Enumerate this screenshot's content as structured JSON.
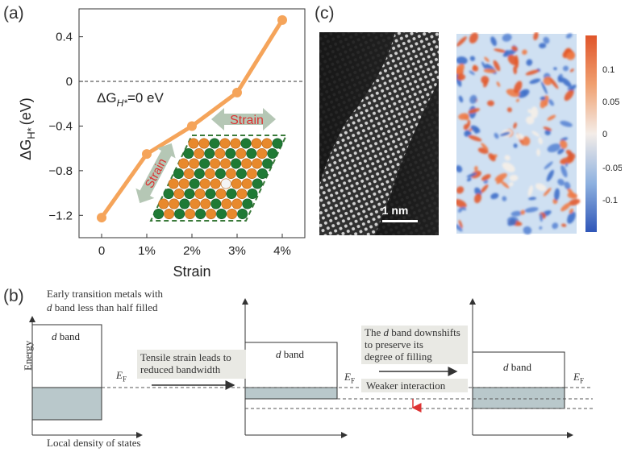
{
  "labels": {
    "a": "(a)",
    "b": "(b)",
    "c": "(c)"
  },
  "chart_data": {
    "type": "line",
    "x": [
      "0",
      "1%",
      "2%",
      "3%",
      "4%"
    ],
    "values": [
      -1.22,
      -0.65,
      -0.4,
      -0.1,
      0.55
    ],
    "xlabel": "Strain",
    "ylabel_main": "ΔG",
    "ylabel_sub": "H*",
    "ylabel_unit": "(eV)",
    "ylim": [
      -1.4,
      0.65
    ],
    "yticks": [
      "0.4",
      "0",
      "−0.4",
      "−0.8",
      "−1.2"
    ],
    "ytick_values": [
      0.4,
      0,
      -0.4,
      -0.8,
      -1.2
    ],
    "reference_line": 0,
    "annotation_main": "ΔG",
    "annotation_sub": "H*",
    "annotation_rest": "=0 eV",
    "series_color": "#f5a45a"
  },
  "inset": {
    "strain_label_1": "Strain",
    "strain_label_2": "Strain"
  },
  "micrograph": {
    "scale_bar": "1 nm"
  },
  "colorbar": {
    "ticks": [
      "0.1",
      "0.05",
      "0",
      "-0.05",
      "-0.1"
    ]
  },
  "schematic": {
    "title_line1": "Early transition metals with",
    "title_line2_italic": "d",
    "title_line2_rest": " band less than half filled",
    "energy_label": "Energy",
    "dos_label": "Local density of states",
    "band_label_italic": "d",
    "band_label_rest": " band",
    "fermi_main": "E",
    "fermi_sub": "F",
    "arrow1_line1": "Tensile strain leads to",
    "arrow1_line2": "reduced bandwidth",
    "arrow2_line1_a": "The ",
    "arrow2_line1_italic": "d",
    "arrow2_line1_b": " band downshifts",
    "arrow2_line2": "to preserve its",
    "arrow2_line3": "degree of filling",
    "weaker": "Weaker interaction",
    "fill_color": "#b9c8cb"
  }
}
